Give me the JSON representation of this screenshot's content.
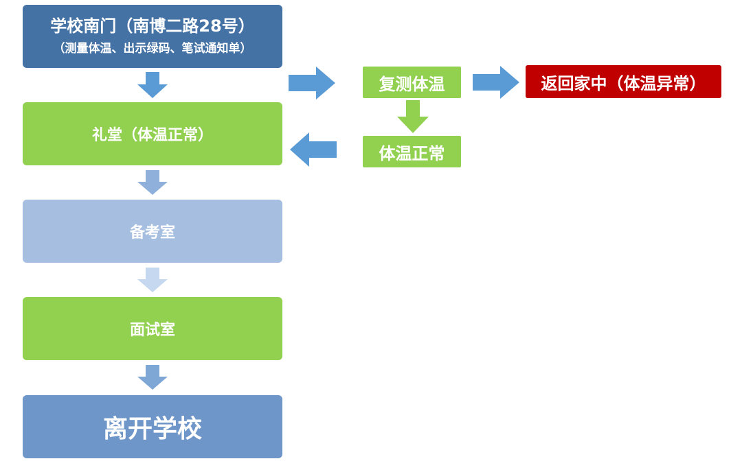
{
  "colors": {
    "dark_blue": "#4472a5",
    "green": "#92d050",
    "light_blue": "#a6bfe0",
    "mid_blue": "#6e96c8",
    "red": "#c00000",
    "arrow_blue": "#5b9bd5",
    "arrow_light": "#c5d8ef"
  },
  "nodes": {
    "gate_title": "学校南门（南博二路28号）",
    "gate_sub": "（测量体温、出示绿码、笔试通知单）",
    "hall": "礼堂（体温正常）",
    "prep": "备考室",
    "interview": "面试室",
    "leave": "离开学校",
    "retest": "复测体温",
    "normal": "体温正常",
    "home": "返回家中（体温异常）"
  }
}
